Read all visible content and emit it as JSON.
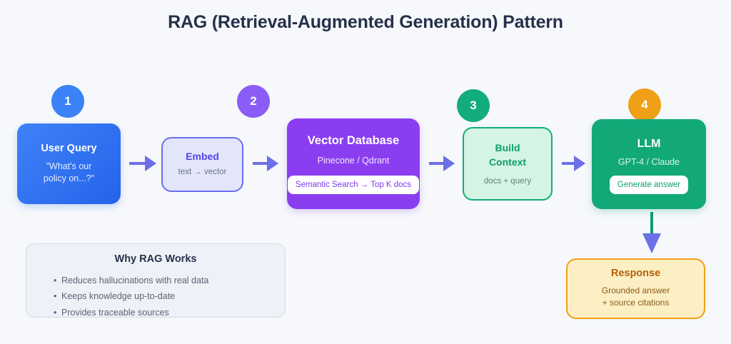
{
  "page": {
    "title": "RAG (Retrieval-Augmented Generation) Pattern",
    "background_color": "#f6f8fb"
  },
  "badges": {
    "one": "1",
    "two": "2",
    "three": "3",
    "four": "4",
    "colors": {
      "one": "#3b82f6",
      "two": "#8b5cf6",
      "three": "#13ac7e",
      "four": "#f0a016"
    }
  },
  "nodes": {
    "user_query": {
      "title": "User Query",
      "subtitle": "\"What's our\npolicy on...?\"",
      "subtitle_line1": "\"What's our",
      "subtitle_line2": "policy on...?\"",
      "color": "#2563eb"
    },
    "embed": {
      "title": "Embed",
      "subtitle": "text → vector",
      "color": "#6a6ef0"
    },
    "vector_database": {
      "title": "Vector Database",
      "subtitle": "Pinecone / Qdrant",
      "pill_label": "Semantic Search → Top K docs",
      "color": "#8b3ef0"
    },
    "build_context": {
      "title_line1": "Build",
      "title_line2": "Context",
      "subtitle": "docs + query",
      "color": "#13ac7e"
    },
    "llm": {
      "title": "LLM",
      "subtitle": "GPT-4 / Claude",
      "pill_label": "Generate answer",
      "color": "#12a878"
    },
    "response": {
      "title": "Response",
      "subtitle_line1": "Grounded answer",
      "subtitle_line2": "+ source citations",
      "color": "#f0a016"
    }
  },
  "info_panel": {
    "title": "Why RAG Works",
    "items": [
      "Reduces hallucinations with real data",
      "Keeps knowledge up-to-date",
      "Provides traceable sources"
    ]
  },
  "connectors": {
    "arrow_color": "#6b6fe8",
    "vertical_shaft_color": "#0f9d6e"
  }
}
